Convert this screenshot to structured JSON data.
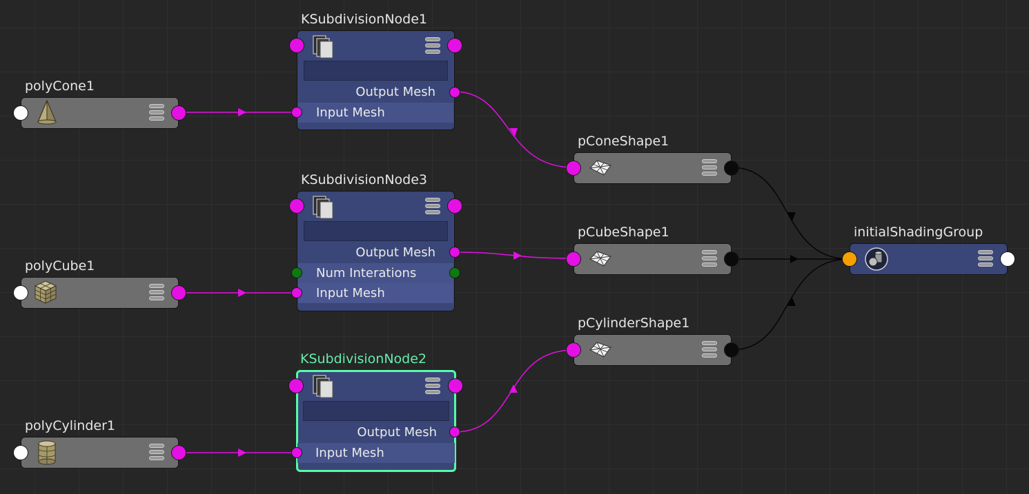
{
  "nodes": {
    "poly_cone": {
      "title": "polyCone1",
      "icon": "cone-icon"
    },
    "poly_cube": {
      "title": "polyCube1",
      "icon": "cube-icon"
    },
    "poly_cylinder": {
      "title": "polyCylinder1",
      "icon": "cylinder-icon"
    },
    "ksub1": {
      "title": "KSubdivisionNode1",
      "icon": "subdivision-node-icon",
      "attrs": [
        "Output Mesh",
        "Input Mesh"
      ]
    },
    "ksub3": {
      "title": "KSubdivisionNode3",
      "icon": "subdivision-node-icon",
      "attrs": [
        "Output Mesh",
        "Num Interations",
        "Input Mesh"
      ]
    },
    "ksub2": {
      "title": "KSubdivisionNode2",
      "icon": "subdivision-node-icon",
      "attrs": [
        "Output Mesh",
        "Input Mesh"
      ],
      "selected": true
    },
    "pcone_shape": {
      "title": "pConeShape1",
      "icon": "mesh-shape-icon"
    },
    "pcube_shape": {
      "title": "pCubeShape1",
      "icon": "mesh-shape-icon"
    },
    "pcyl_shape": {
      "title": "pCylinderShape1",
      "icon": "mesh-shape-icon"
    },
    "shading_group": {
      "title": "initialShadingGroup",
      "icon": "shading-group-icon"
    }
  },
  "colors": {
    "mesh_connection": "#e410e4",
    "shading_connection": "#000000",
    "selected_outline": "#55ffaa",
    "subdivision_node": "#3a4677",
    "shape_node": "#6e6e6e"
  }
}
